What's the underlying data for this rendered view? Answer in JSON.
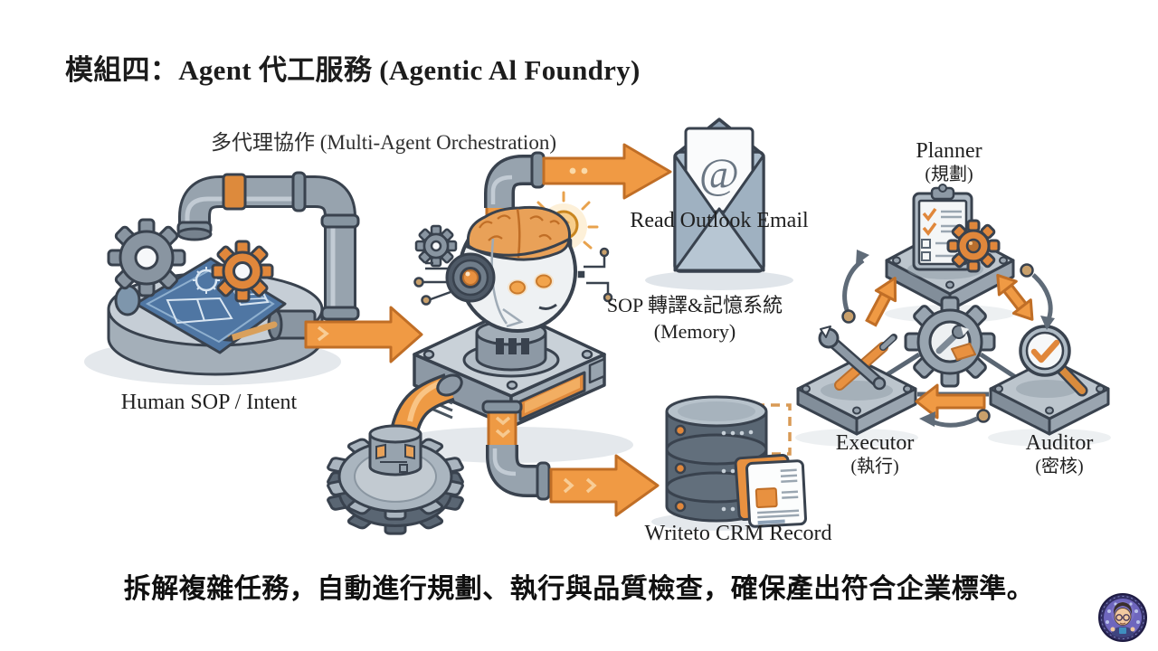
{
  "slide": {
    "title": "模組四：Agent 代工服務 (Agentic Al Foundry)",
    "summary": "拆解複雜任務，自動進行規劃、執行與品質檢查，確保產出符合企業標準。"
  },
  "labels": {
    "orchestration": "多代理協作 (Multi-Agent Orchestration)",
    "human_sop": "Human SOP / Intent",
    "read_email": "Read Outlook Email",
    "memory_line1": "SOP 轉譯&記憶系統",
    "memory_line2": "(Memory)",
    "write_crm": "Writeto CRM Record",
    "planner_en": "Planner",
    "planner_zh": "(規劃)",
    "executor_en": "Executor",
    "executor_zh": "(執行)",
    "auditor_en": "Auditor",
    "auditor_zh": "(密核)",
    "at_symbol": "@"
  },
  "icons": {
    "email": "open-envelope-at-icon",
    "database": "crm-database-stack-icon",
    "robot": "ai-robot-brain-icon",
    "blueprint": "blueprint-disc-icon",
    "clipboard": "checklist-clipboard-icon",
    "tools": "crossed-tools-icon",
    "magnifier": "magnifier-check-icon",
    "gears": "gear-icon",
    "lightbulb": "idea-bulb-icon",
    "avatar": "presenter-avatar-badge"
  },
  "colors": {
    "background": "#FFFFFF",
    "accent_orange": "#EE9A44",
    "outline_dark": "#39424E",
    "pipe_gray": "#97A3AE",
    "platform_gray": "#C9D1D8",
    "blueprint_blue": "#4F76A3",
    "database_gray": "#5A6774",
    "text_dark": "#1E1E1E"
  }
}
